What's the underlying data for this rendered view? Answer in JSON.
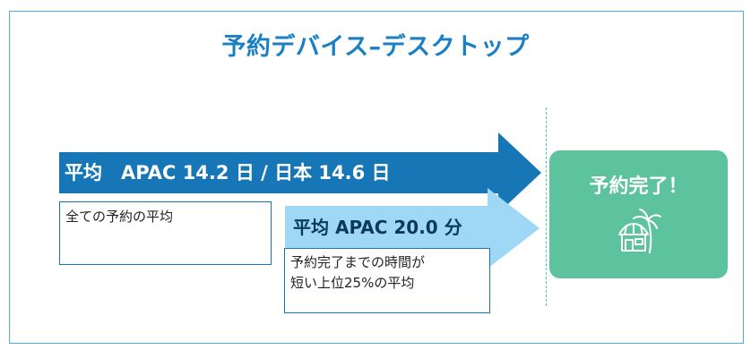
{
  "title": "予約デバイス–デスクトップ",
  "main_arrow": {
    "label": "平均　APAC 14.2 日 / 日本 14.6 日",
    "description": "全ての予約の平均"
  },
  "sub_arrow": {
    "label": "平均 APAC 20.0 分",
    "description_line1": "予約完了までの時間が",
    "description_line2": "短い上位25%の平均"
  },
  "completion": {
    "label": "予約完了！",
    "icon": "beach-hut-icon"
  },
  "colors": {
    "main_arrow": "#1676b6",
    "sub_arrow": "#9ed8f5",
    "completion": "#5cc39e",
    "title": "#1b7fc4",
    "frame": "#4ab0e6"
  }
}
